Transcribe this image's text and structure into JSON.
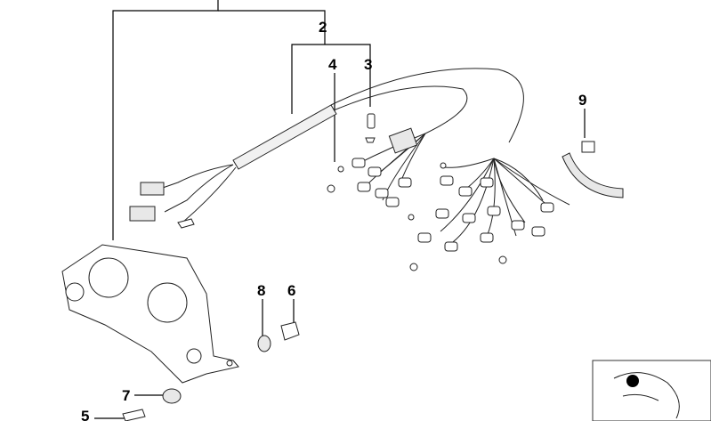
{
  "callouts": {
    "c2": "2",
    "c3": "3",
    "c4": "4",
    "c5": "5",
    "c6": "6",
    "c7": "7",
    "c8": "8",
    "c9": "9"
  }
}
